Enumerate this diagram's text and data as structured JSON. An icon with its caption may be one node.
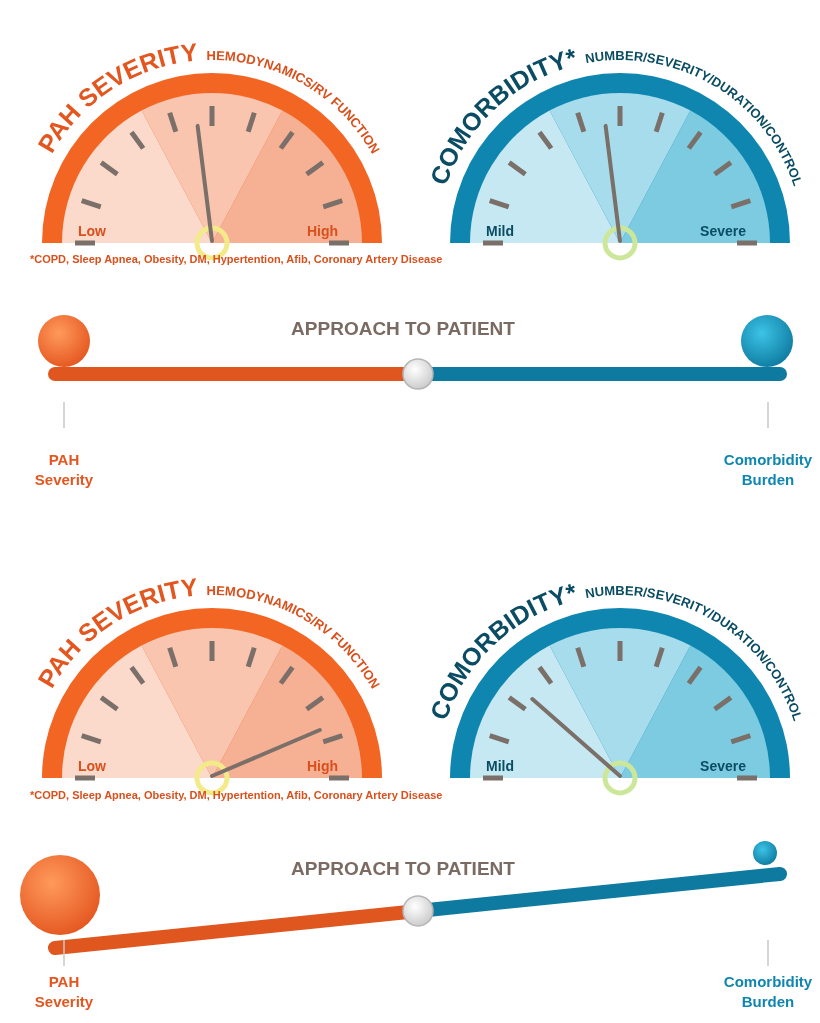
{
  "diagram": {
    "nodes": [
      {
        "text": [
          "PAH SEVERITY",
          "HEMODYNAMICS/RV FUNCTION",
          "Low",
          "High"
        ]
      },
      {
        "text": [
          "COMORBIDITY*",
          "NUMBER/SEVERITY/DURATION/CONTROL",
          "Mild",
          "Severe"
        ]
      },
      {
        "text": [
          "PAH SEVERITY",
          "HEMODYNAMICS/RV FUNCTION",
          "Low",
          "High"
        ]
      },
      {
        "text": [
          "COMORBIDITY*",
          "NUMBER/SEVERITY/DURATION/CONTROL",
          "Mild",
          "Severe"
        ]
      }
    ],
    "labels": [
      "*COPD, Sleep Apnea, Obesity, DM, Hypertention, Afib, Coronary Artery Disease",
      "APPROACH TO PATIENT",
      "PAH Severity",
      "Comorbidity Burden",
      "*COPD, Sleep Apnea, Obesity, DM, Hypertention, Afib, Coronary Artery Disease",
      "APPROACH TO PATIENT",
      "PAH Severity",
      "Comorbidity Burden"
    ]
  }
}
